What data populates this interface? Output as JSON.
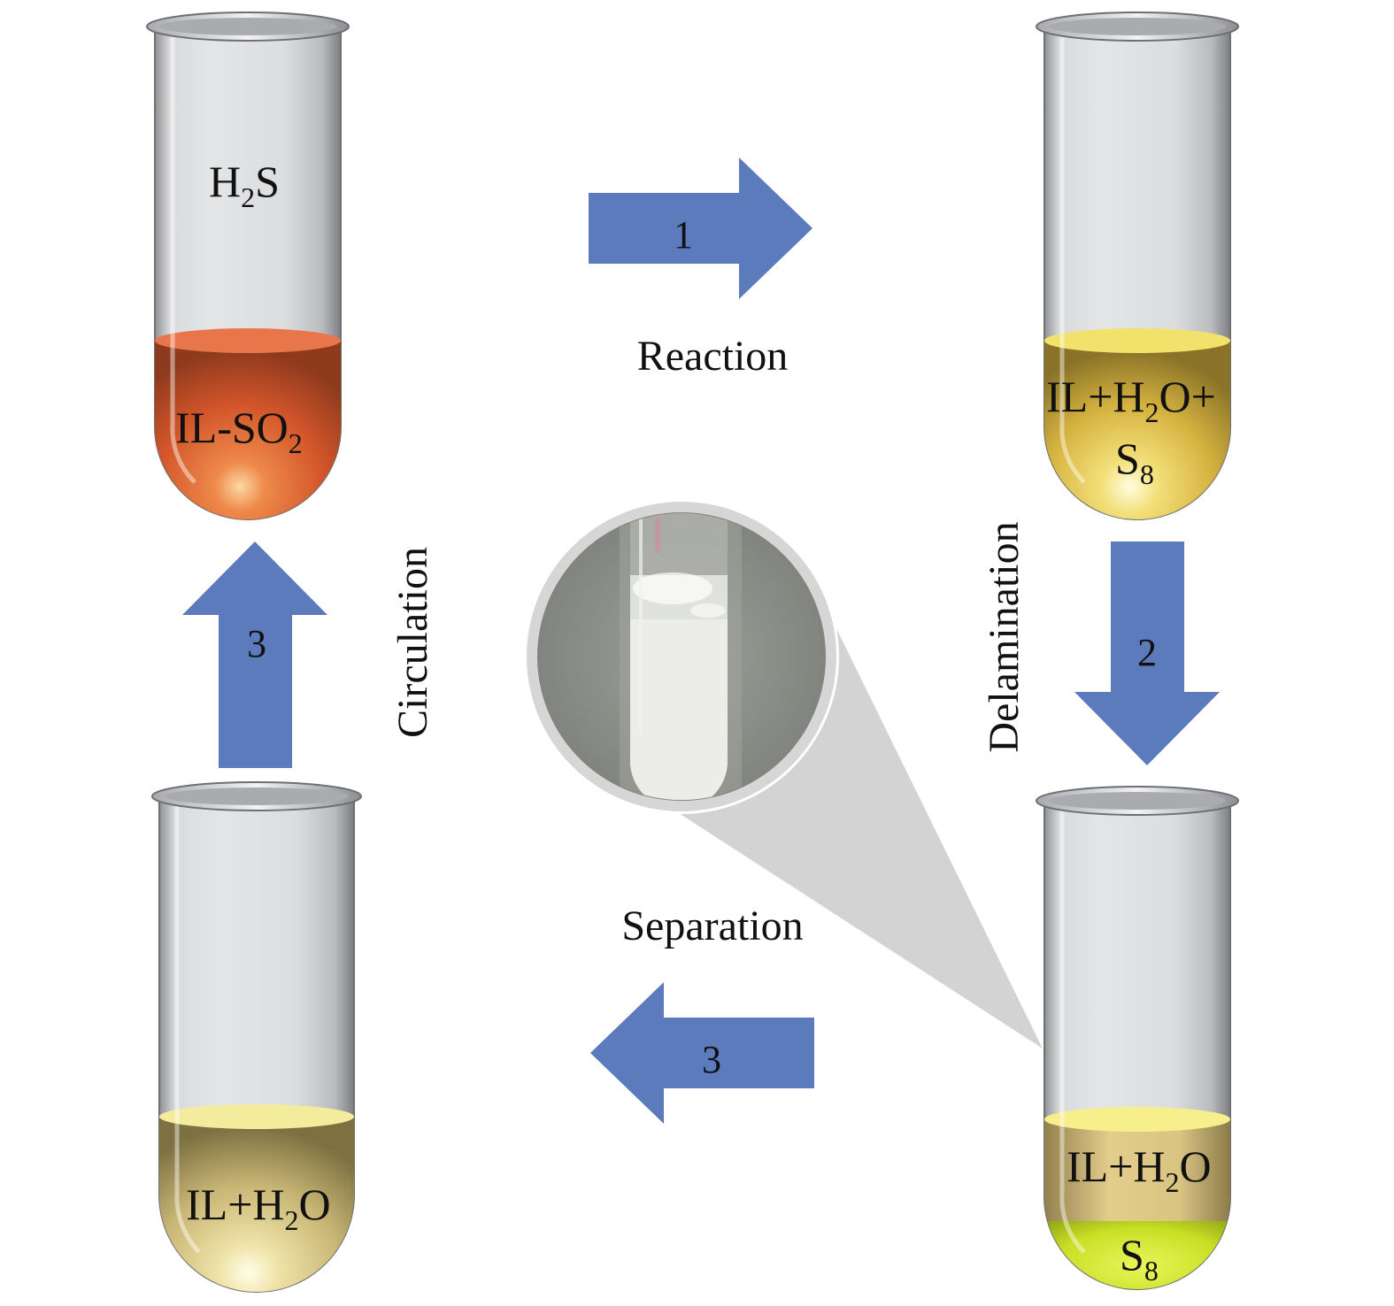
{
  "diagram": {
    "steps": [
      {
        "number": "1",
        "label": "Reaction"
      },
      {
        "number": "2",
        "label": "Delamination"
      },
      {
        "number": "3",
        "label": "Separation"
      },
      {
        "number": "3",
        "label": "Circulation"
      }
    ],
    "tubes": {
      "top_left": {
        "gas": {
          "main": "H",
          "sub": "2",
          "tail": "S"
        },
        "liquid": {
          "main": "IL-SO",
          "sub": "2"
        }
      },
      "top_right": {
        "line1_a": "IL+H",
        "line1_sub": "2",
        "line1_b": "O+",
        "line2_main": "S",
        "line2_sub": "8"
      },
      "bottom_right": {
        "upper_a": "IL+H",
        "upper_sub": "2",
        "upper_b": "O",
        "lower_main": "S",
        "lower_sub": "8"
      },
      "bottom_left": {
        "a": "IL+H",
        "sub": "2",
        "b": "O"
      }
    },
    "colors": {
      "arrow": "#5b7bbd",
      "orange_liquid": "#d9582a",
      "yellow_liquid": "#e8cf52",
      "pale_liquid": "#e6d58a",
      "sulfur": "#d2e62b",
      "magnifier": "#c9c9c9"
    }
  }
}
